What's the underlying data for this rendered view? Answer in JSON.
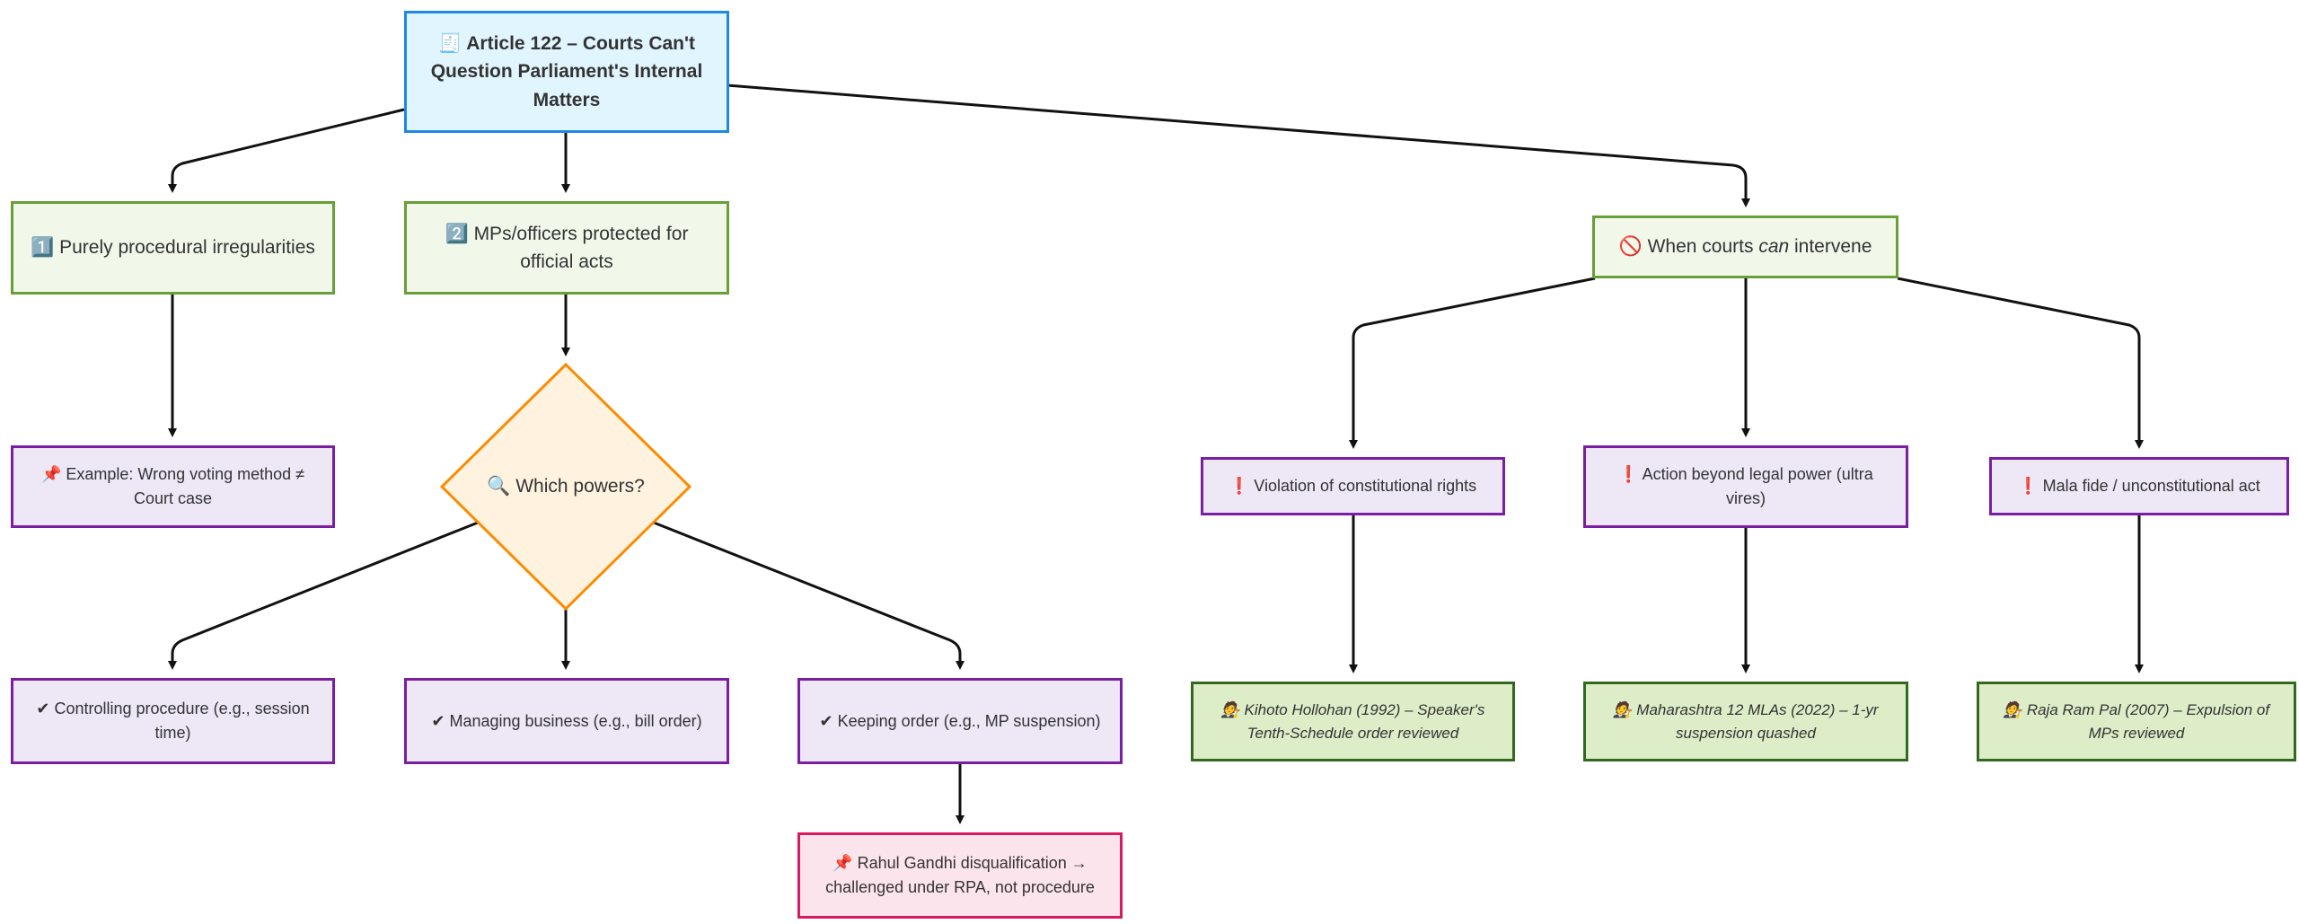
{
  "root": {
    "icon": "🧾",
    "title": "Article 122 – Courts Can't Question Parliament's Internal Matters"
  },
  "branches": {
    "procedural": {
      "icon": "1️⃣",
      "text": "Purely procedural irregularities"
    },
    "protected": {
      "icon": "2️⃣",
      "text": "MPs/officers protected for official acts"
    },
    "intervene": {
      "icon": "🚫",
      "text_before": "When courts ",
      "text_em": "can",
      "text_after": " intervene"
    }
  },
  "example": {
    "icon": "📌",
    "text": "Example: Wrong voting method ≠ Court case"
  },
  "decision": {
    "icon": "🔍",
    "text": "Which powers?"
  },
  "powers": [
    {
      "icon": "✔",
      "text": "Controlling procedure (e.g., session time)"
    },
    {
      "icon": "✔",
      "text": "Managing business (e.g., bill order)"
    },
    {
      "icon": "✔",
      "text": "Keeping order (e.g., MP suspension)"
    }
  ],
  "note": {
    "icon": "📌",
    "text": "Rahul Gandhi disqualification → challenged under RPA, not procedure"
  },
  "grounds": [
    {
      "icon": "❗",
      "text": "Violation of constitutional rights"
    },
    {
      "icon": "❗",
      "text": "Action beyond legal power (ultra vires)"
    },
    {
      "icon": "❗",
      "text": "Mala fide / unconstitutional act"
    }
  ],
  "cases": [
    {
      "icon": "🧑‍⚖️",
      "text": "Kihoto Hollohan (1992) – Speaker's Tenth-Schedule order reviewed"
    },
    {
      "icon": "🧑‍⚖️",
      "text": "Maharashtra 12 MLAs (2022) – 1-yr suspension quashed"
    },
    {
      "icon": "🧑‍⚖️",
      "text": "Raja Ram Pal (2007) – Expulsion of MPs reviewed"
    }
  ]
}
